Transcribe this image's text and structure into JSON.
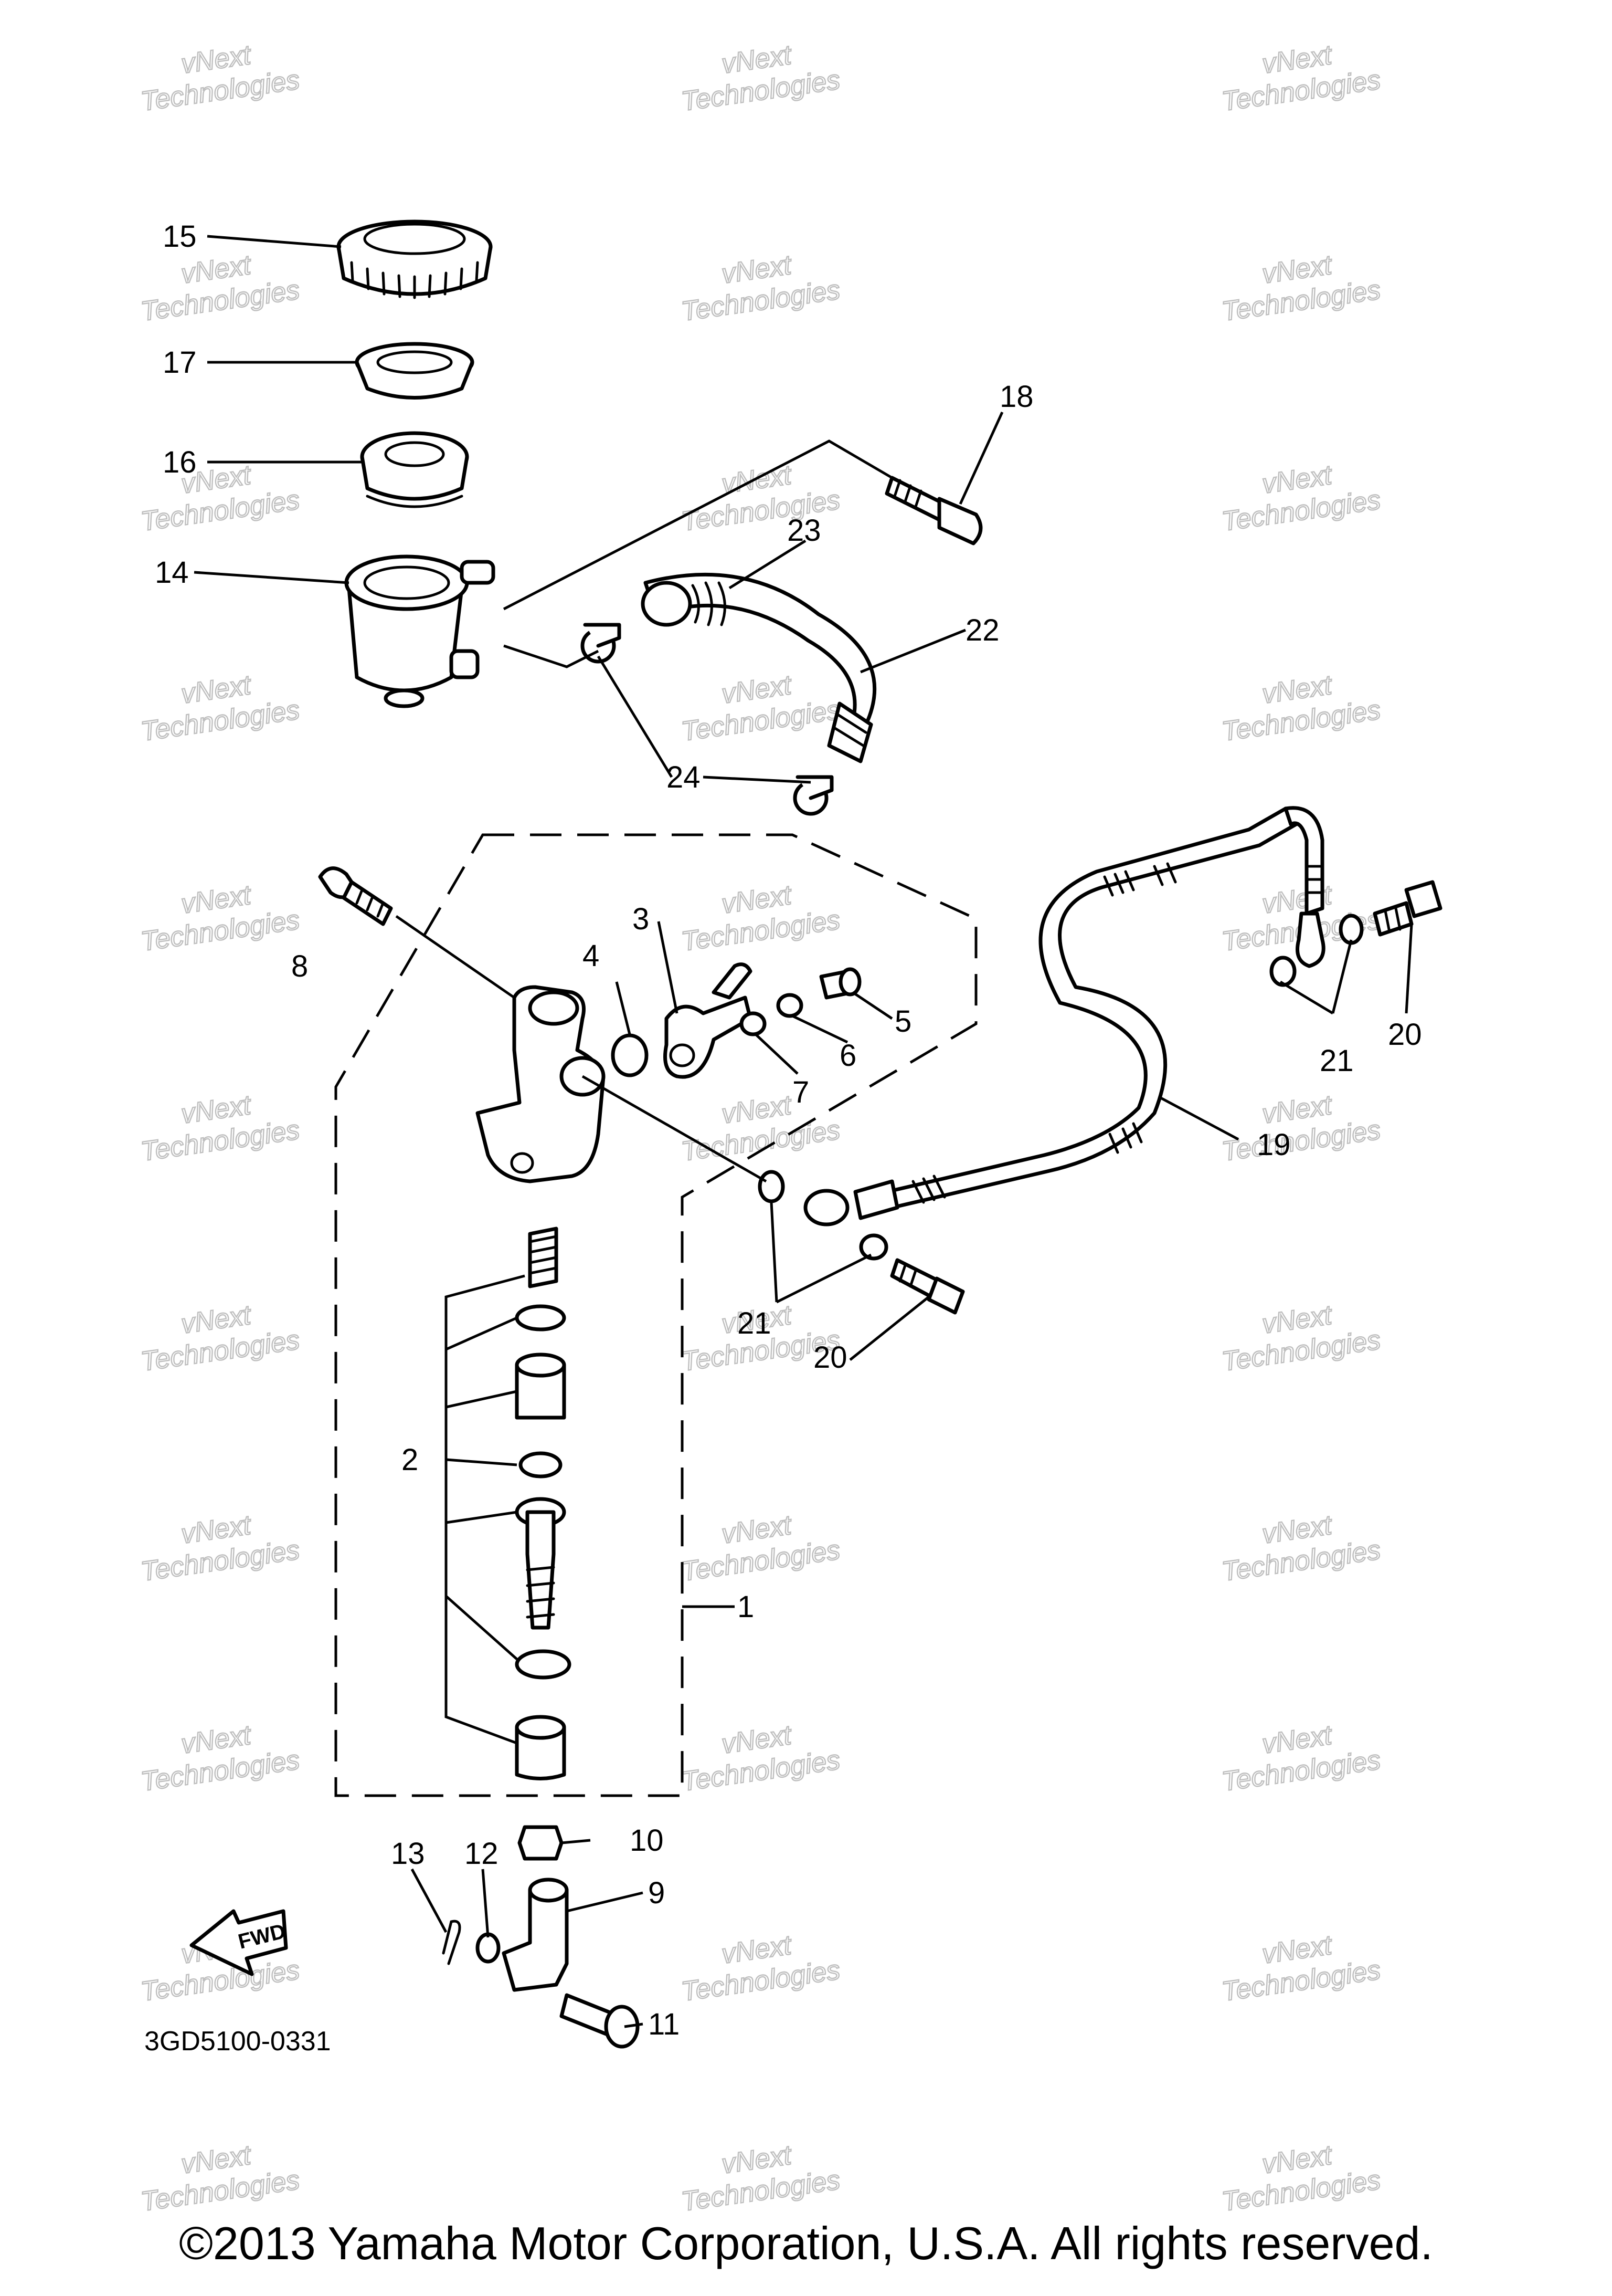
{
  "diagram": {
    "callouts": [
      "1",
      "2",
      "3",
      "4",
      "5",
      "6",
      "7",
      "8",
      "9",
      "10",
      "11",
      "12",
      "13",
      "14",
      "15",
      "16",
      "17",
      "18",
      "19",
      "20",
      "20",
      "21",
      "21",
      "22",
      "23",
      "24"
    ],
    "diagram_code": "3GD5100-0331",
    "fwd_label": "FWD"
  },
  "watermark": {
    "line1": "vNext",
    "line2": "Technologies"
  },
  "footer": {
    "copyright": "©2013 Yamaha Motor Corporation, U.S.A. All rights reserved."
  }
}
